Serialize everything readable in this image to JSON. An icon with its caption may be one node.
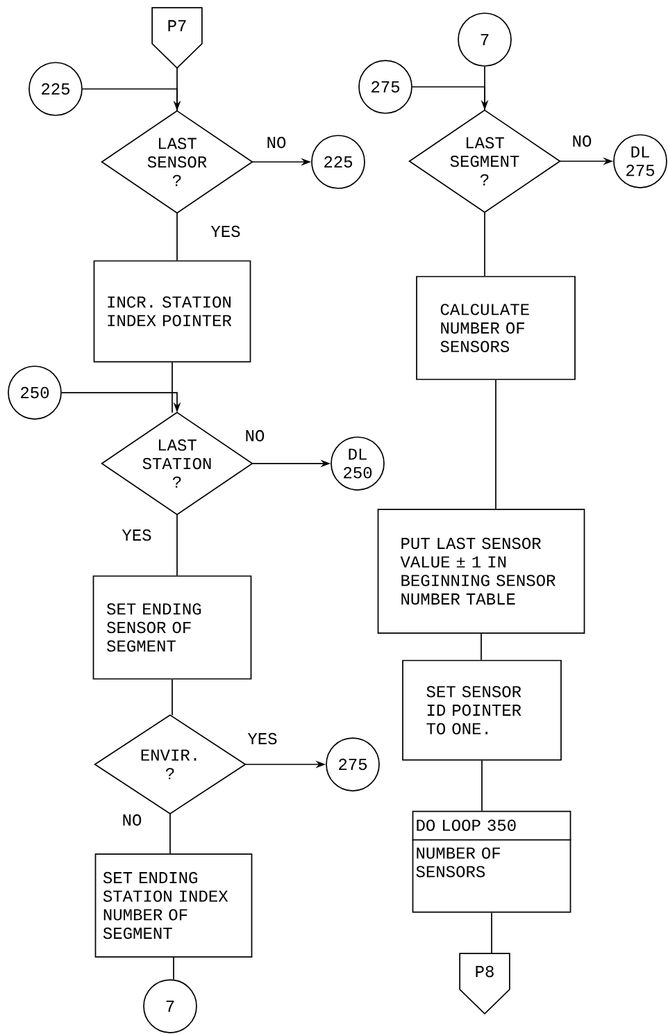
{
  "diagram": {
    "nodes": [
      {
        "text": [
          "P7"
        ]
      },
      {
        "text": [
          "225"
        ]
      },
      {
        "text": [
          "LAST SENSOR ?"
        ]
      },
      {
        "text": [
          "225"
        ]
      },
      {
        "text": [
          "INCR. STATION INDEX POINTER"
        ]
      },
      {
        "text": [
          "250"
        ]
      },
      {
        "text": [
          "LAST STATION ?"
        ]
      },
      {
        "text": [
          "DL 250"
        ]
      },
      {
        "text": [
          "SET ENDING SENSOR OF SEGMENT"
        ]
      },
      {
        "text": [
          "ENVIR. ?"
        ]
      },
      {
        "text": [
          "275"
        ]
      },
      {
        "text": [
          "SET ENDING STATION INDEX NUMBER OF SEGMENT"
        ]
      },
      {
        "text": [
          "7"
        ]
      },
      {
        "text": [
          "7"
        ]
      },
      {
        "text": [
          "275"
        ]
      },
      {
        "text": [
          "LAST SEGMENT ?"
        ]
      },
      {
        "text": [
          "DL 275"
        ]
      },
      {
        "text": [
          "CALCULATE NUMBER OF SENSORS"
        ]
      },
      {
        "text": [
          "PUT LAST SENSOR VALUE ± 1 IN BEGINNING SENSOR NUMBER TABLE"
        ]
      },
      {
        "text": [
          "SET SENSOR ID POINTER TO ONE."
        ]
      },
      {
        "text": [
          "DO LOOP 350",
          "NUMBER OF SENSORS"
        ]
      },
      {
        "text": [
          "P8"
        ]
      }
    ],
    "edges": [
      {
        "from": 0,
        "to": 2,
        "arrow": "none"
      },
      {
        "from": 1,
        "to": 2,
        "arrow": "to"
      },
      {
        "from": 2,
        "to": 3,
        "arrow": "to",
        "label": "NO"
      },
      {
        "from": 2,
        "to": 4,
        "arrow": "none",
        "label": "YES"
      },
      {
        "from": 4,
        "to": 6,
        "arrow": "none"
      },
      {
        "from": 5,
        "to": 6,
        "arrow": "to"
      },
      {
        "from": 6,
        "to": 7,
        "arrow": "to",
        "label": "NO"
      },
      {
        "from": 6,
        "to": 8,
        "arrow": "none",
        "label": "YES"
      },
      {
        "from": 8,
        "to": 9,
        "arrow": "none"
      },
      {
        "from": 9,
        "to": 10,
        "arrow": "to",
        "label": "YES"
      },
      {
        "from": 9,
        "to": 11,
        "arrow": "none",
        "label": "NO"
      },
      {
        "from": 11,
        "to": 12,
        "arrow": "none"
      },
      {
        "from": 13,
        "to": 15,
        "arrow": "none"
      },
      {
        "from": 14,
        "to": 15,
        "arrow": "to"
      },
      {
        "from": 15,
        "to": 16,
        "arrow": "to",
        "label": "NO"
      },
      {
        "from": 15,
        "to": 17,
        "arrow": "none"
      },
      {
        "from": 17,
        "to": 18,
        "arrow": "none"
      },
      {
        "from": 18,
        "to": 19,
        "arrow": "none"
      },
      {
        "from": 19,
        "to": 20,
        "arrow": "none"
      },
      {
        "from": 20,
        "to": 21,
        "arrow": "none"
      }
    ]
  }
}
